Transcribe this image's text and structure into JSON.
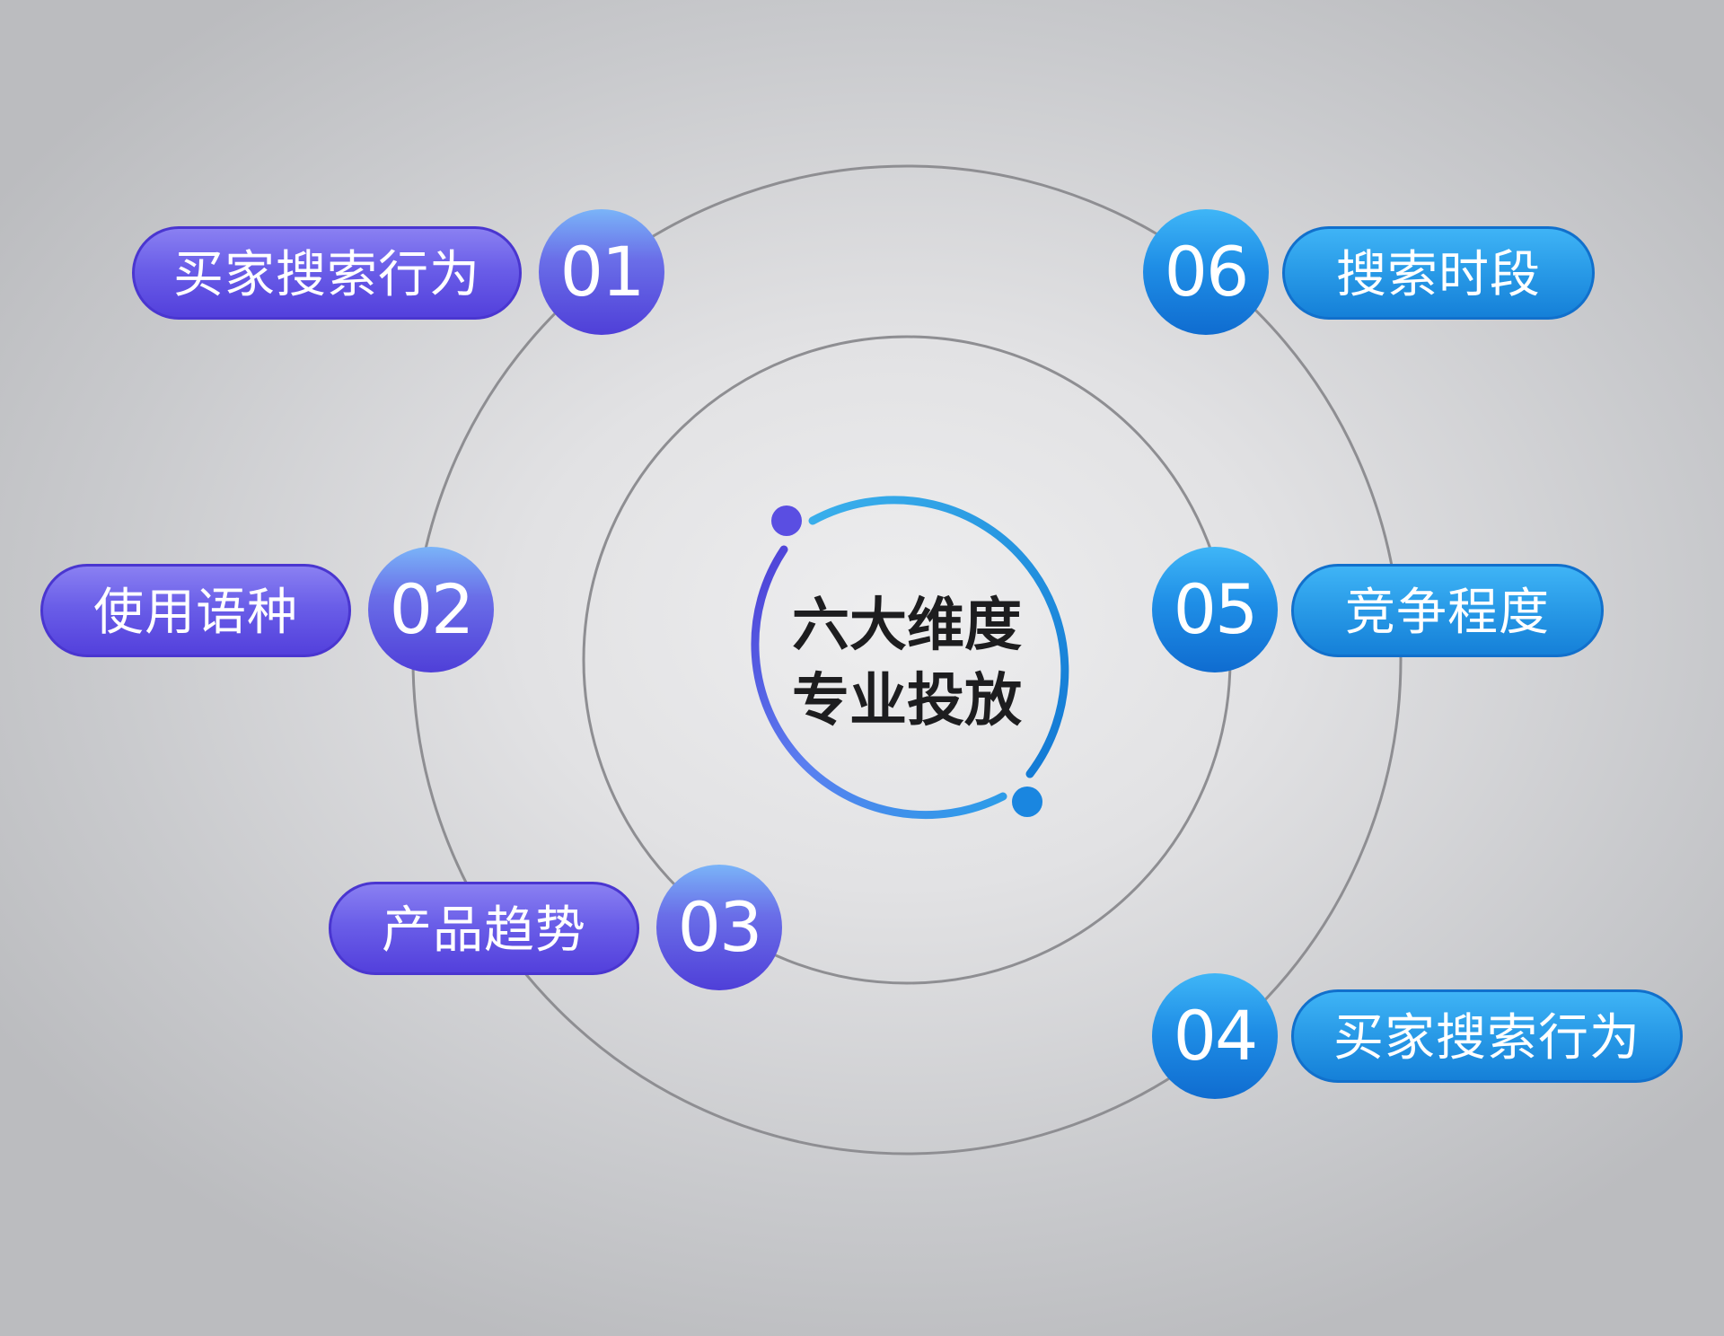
{
  "center": {
    "line1": "六大维度",
    "line2": "专业投放"
  },
  "colors": {
    "purple": "#5a4be0",
    "blue": "#1a8ae6",
    "ring": "#8e8e92"
  },
  "items": [
    {
      "number": "01",
      "label": "买家搜索行为",
      "color": "purple"
    },
    {
      "number": "02",
      "label": "使用语种",
      "color": "purple"
    },
    {
      "number": "03",
      "label": "产品趋势",
      "color": "purple"
    },
    {
      "number": "04",
      "label": "买家搜索行为",
      "color": "blue"
    },
    {
      "number": "05",
      "label": "竞争程度",
      "color": "blue"
    },
    {
      "number": "06",
      "label": "搜索时段",
      "color": "blue"
    }
  ]
}
